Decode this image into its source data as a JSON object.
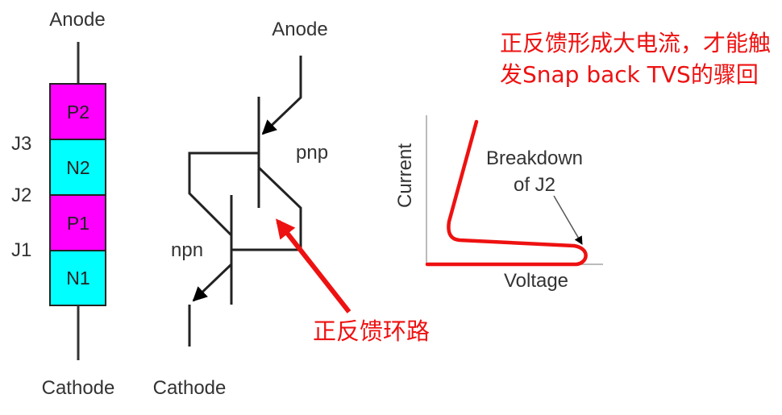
{
  "structure": {
    "anode_label": "Anode",
    "cathode_label": "Cathode",
    "layers": [
      {
        "label": "P2",
        "type": "p",
        "color": "#ff00ff"
      },
      {
        "label": "N2",
        "type": "n",
        "color": "#00ffff"
      },
      {
        "label": "P1",
        "type": "p",
        "color": "#ff00ff"
      },
      {
        "label": "N1",
        "type": "n",
        "color": "#00ffff"
      }
    ],
    "junctions": [
      "J3",
      "J2",
      "J1"
    ]
  },
  "circuit": {
    "anode_label": "Anode",
    "cathode_label": "Cathode",
    "pnp_label": "pnp",
    "npn_label": "npn"
  },
  "iv_curve": {
    "x_label": "Voltage",
    "y_label": "Current",
    "annotation_line1": "Breakdown",
    "annotation_line2": "of J2",
    "curve_color": "#ee1111"
  },
  "notes": {
    "top_note": "正反馈形成大电流，才能触发Snap back TVS的骤回",
    "loop_note": "正反馈环路",
    "accent_color": "#ee1111"
  }
}
